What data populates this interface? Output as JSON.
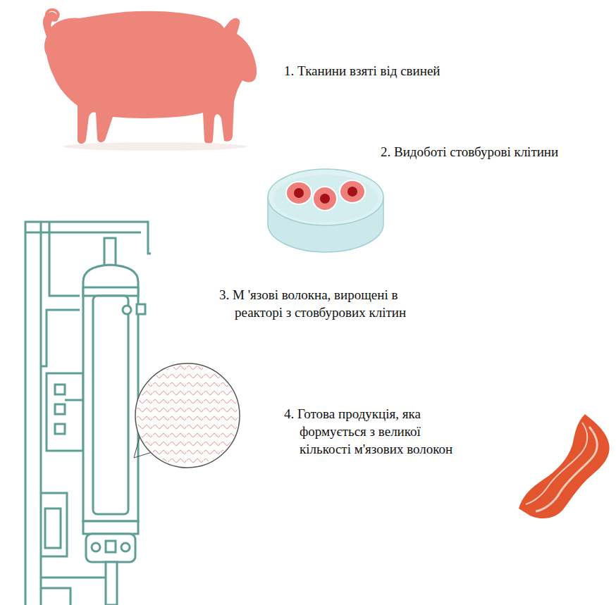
{
  "diagram": {
    "labels": [
      "1. Тканини взяті від свиней",
      "2. Видоботі стовбурові клітини",
      "3. М 'язові волокна, вирощені в реакторі з стовбурових клітин",
      "4. Готова продукція, яка формується з великої кількості м'язових волокон"
    ]
  }
}
